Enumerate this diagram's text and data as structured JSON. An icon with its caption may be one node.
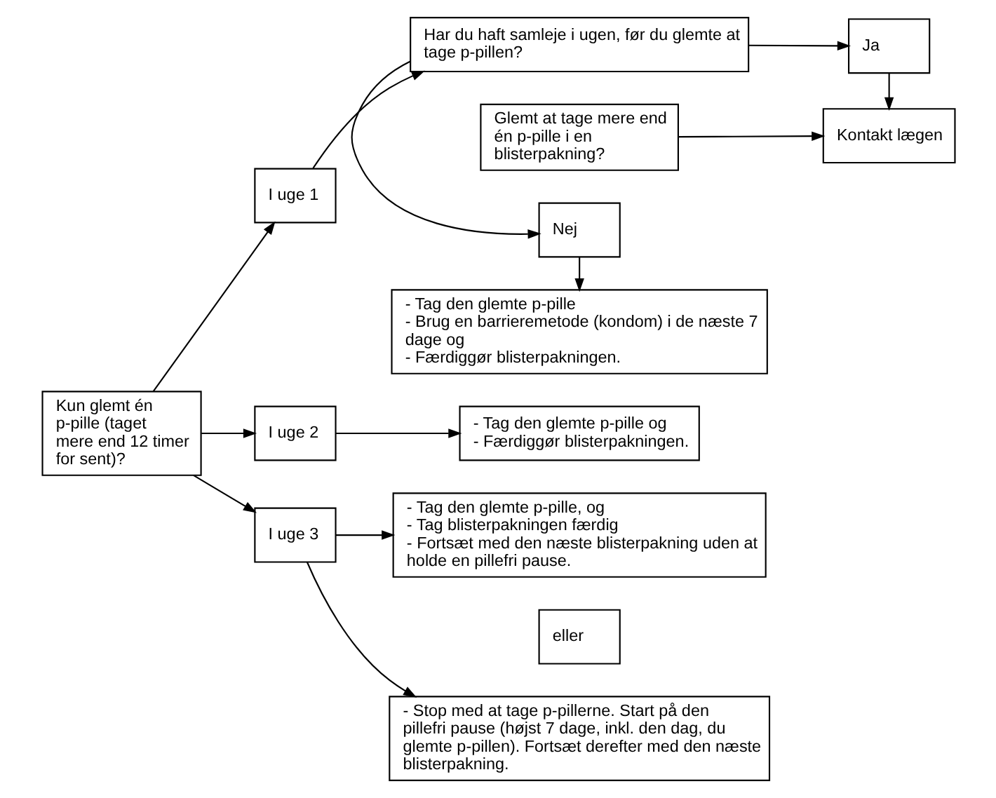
{
  "diagram": {
    "nodes": [
      {
        "text": [
          "Glemt at tage mere end én p-pille i en blisterpakning?"
        ]
      },
      {
        "text": [
          "Kontakt lægen"
        ]
      },
      {
        "text": [
          "Ja"
        ]
      },
      {
        "text": [
          "I uge 1"
        ]
      },
      {
        "text": [
          "Har du haft samleje i ugen, før du glemte at tage p-pillen?"
        ]
      },
      {
        "text": [
          "Nej"
        ]
      },
      {
        "text": [
          "- Tag den glemte p-pille",
          "- Brug en barrieremetode (kondom) i de næste 7 dage og",
          "- Færdiggør blisterpakningen."
        ]
      },
      {
        "text": [
          "Kun glemt én p-pille (taget mere end 12 timer for sent)?"
        ]
      },
      {
        "text": [
          "I uge 2"
        ]
      },
      {
        "text": [
          "- Tag den glemte p-pille og",
          "- Færdiggør blisterpakningen."
        ]
      },
      {
        "text": [
          "- Tag den glemte p-pille, og",
          "- Tag blisterpakningen færdig",
          "- Fortsæt med den næste blisterpakning uden at holde en pillefri pause."
        ]
      },
      {
        "text": [
          "I uge 3"
        ]
      },
      {
        "text": [
          "eller"
        ]
      },
      {
        "text": [
          "- Stop med at tage p-pillerne. Start på den pillefri pause (højst 7 dage, inkl. den dag, du glemte p-pillen). Fortsæt derefter med den næste blisterpakning."
        ]
      }
    ],
    "edges": [
      {
        "from": 0,
        "to": 1,
        "arrow": "to"
      },
      {
        "from": 4,
        "to": 2,
        "arrow": "to"
      },
      {
        "from": 2,
        "to": 1,
        "arrow": "to"
      },
      {
        "from": 3,
        "to": 4,
        "arrow": "to"
      },
      {
        "from": 4,
        "to": 5,
        "arrow": "to"
      },
      {
        "from": 5,
        "to": 6,
        "arrow": "to"
      },
      {
        "from": 7,
        "to": 3,
        "arrow": "to"
      },
      {
        "from": 7,
        "to": 8,
        "arrow": "to"
      },
      {
        "from": 7,
        "to": 11,
        "arrow": "to"
      },
      {
        "from": 8,
        "to": 9,
        "arrow": "to"
      },
      {
        "from": 11,
        "to": 10,
        "arrow": "to"
      },
      {
        "from": 11,
        "to": 13,
        "arrow": "to"
      }
    ]
  }
}
